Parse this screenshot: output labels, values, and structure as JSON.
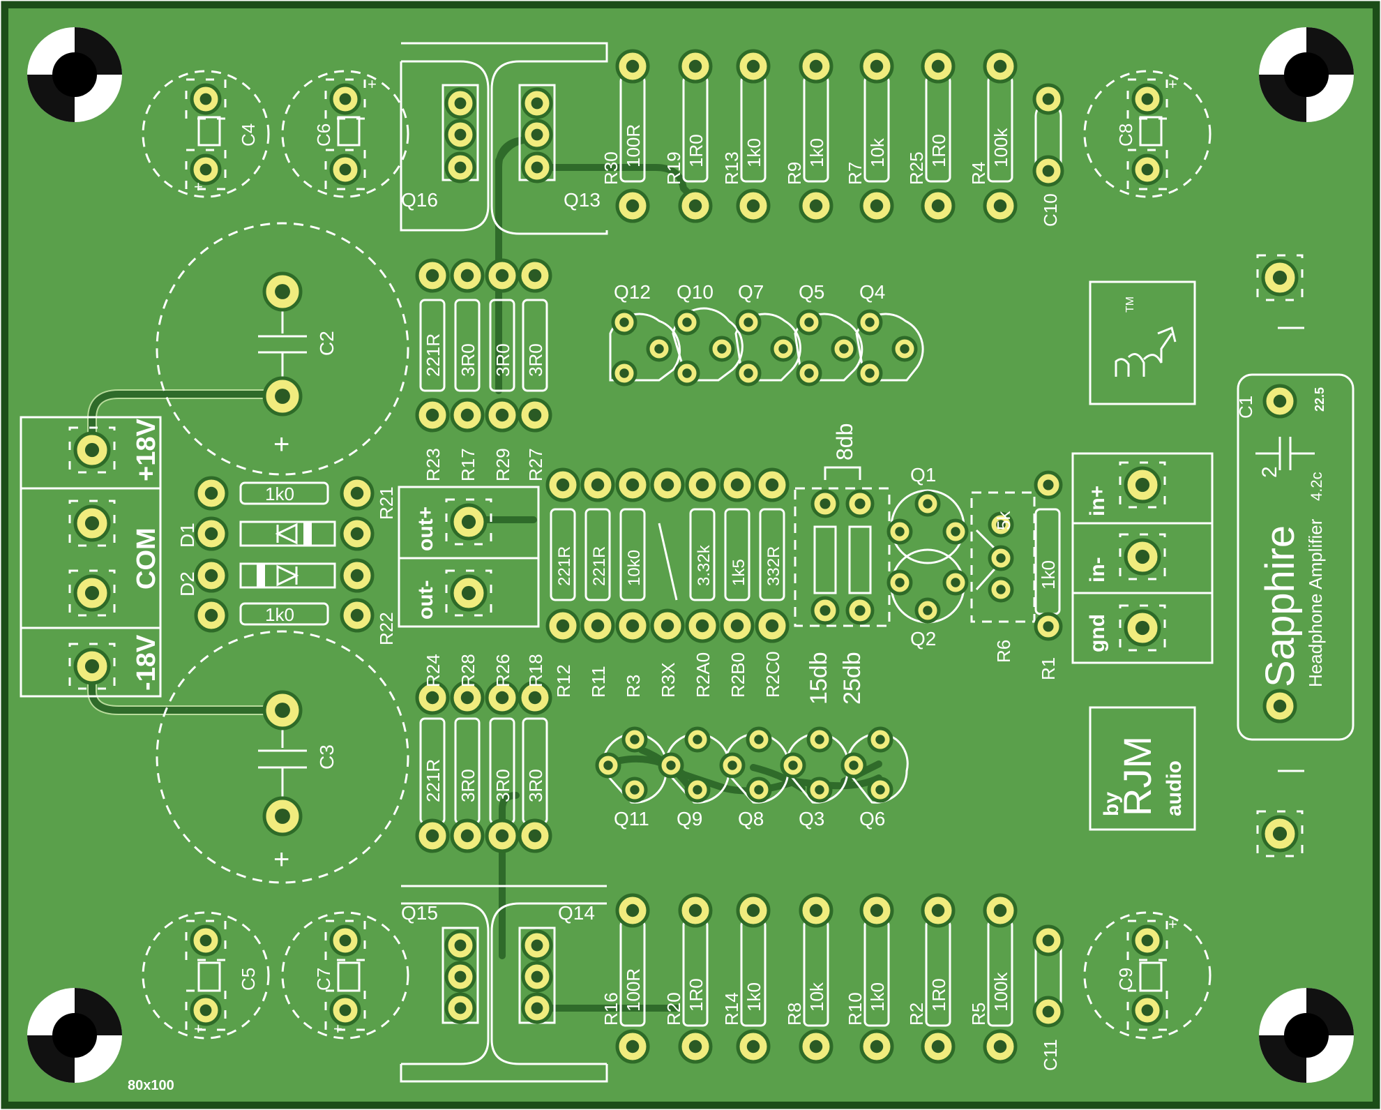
{
  "board": {
    "title": "Sapphire",
    "title_sup": "2",
    "subtitle": "Headphone Amplifier",
    "version": "4.2c",
    "logo_by": "by",
    "logo_rjm": "RJM",
    "logo_audio": "audio",
    "tm": "TM",
    "size_label": "80x100",
    "c1_value": "22.5",
    "colors": {
      "board": "#5aa04b",
      "pad": "#f0ec7e",
      "hole": "#2a5a24",
      "silk": "#ffffff",
      "trace": "#2f6b2a"
    }
  },
  "connectors": {
    "power": {
      "plus": "+18V",
      "com": "COM",
      "minus": "-18V"
    },
    "output": {
      "plus": "out+",
      "minus": "out-"
    },
    "input": {
      "plus": "in+",
      "minus": "in-",
      "gnd": "gnd"
    }
  },
  "gain": {
    "top": "8db",
    "left": "15db",
    "right": "25db"
  },
  "top_resistors": [
    {
      "ref": "R30",
      "value": "100R"
    },
    {
      "ref": "R19",
      "value": "1R0"
    },
    {
      "ref": "R13",
      "value": "1k0"
    },
    {
      "ref": "R9",
      "value": "1k0"
    },
    {
      "ref": "R7",
      "value": "10k"
    },
    {
      "ref": "R25",
      "value": "1R0"
    },
    {
      "ref": "R4",
      "value": "100k"
    }
  ],
  "bottom_resistors": [
    {
      "ref": "R16",
      "value": "100R"
    },
    {
      "ref": "R20",
      "value": "1R0"
    },
    {
      "ref": "R14",
      "value": "1k0"
    },
    {
      "ref": "R8",
      "value": "10k"
    },
    {
      "ref": "R10",
      "value": "1k0"
    },
    {
      "ref": "R2",
      "value": "1R0"
    },
    {
      "ref": "R5",
      "value": "100k"
    }
  ],
  "upper_resistor_block": [
    {
      "ref": "R23",
      "value": "221R"
    },
    {
      "ref": "R17",
      "value": "3R0"
    },
    {
      "ref": "R29",
      "value": "3R0"
    },
    {
      "ref": "R27",
      "value": "3R0"
    }
  ],
  "lower_resistor_block": [
    {
      "ref": "R24",
      "value": "221R"
    },
    {
      "ref": "R28",
      "value": "3R0"
    },
    {
      "ref": "R26",
      "value": "3R0"
    },
    {
      "ref": "R18",
      "value": "3R0"
    }
  ],
  "middle_resistors": [
    {
      "ref": "R12",
      "value": "221R"
    },
    {
      "ref": "R11",
      "value": "221R"
    },
    {
      "ref": "R3",
      "value": "10k0"
    },
    {
      "ref": "R3X",
      "value": ""
    },
    {
      "ref": "R2A0",
      "value": "3.32k"
    },
    {
      "ref": "R2B0",
      "value": "1k5"
    },
    {
      "ref": "R2C0",
      "value": "332R"
    }
  ],
  "bias_resistors": [
    {
      "ref": "R21",
      "value": "1k0"
    },
    {
      "ref": "R22",
      "value": "1k0"
    }
  ],
  "diodes": [
    "D1",
    "D2"
  ],
  "input_resistor": {
    "ref": "R1",
    "value": "1k0"
  },
  "pot": {
    "ref": "R6",
    "value": "5k"
  },
  "top_transistors": [
    "Q12",
    "Q10",
    "Q7",
    "Q5",
    "Q4"
  ],
  "bottom_transistors": [
    "Q11",
    "Q9",
    "Q8",
    "Q3",
    "Q6"
  ],
  "power_transistors": {
    "top_left": "Q16",
    "top_right": "Q13",
    "bottom_left": "Q15",
    "bottom_right": "Q14"
  },
  "jfets": {
    "upper": "Q1",
    "lower": "Q2"
  },
  "capacitors": {
    "big_top": "C2",
    "big_bottom": "C3",
    "small_tl1": "C4",
    "small_tl2": "C6",
    "small_bl1": "C5",
    "small_bl2": "C7",
    "small_tr": "C8",
    "small_br": "C9",
    "film_top": "C10",
    "film_bottom": "C11",
    "input": "C1"
  },
  "symbols": {
    "plus": "+"
  }
}
